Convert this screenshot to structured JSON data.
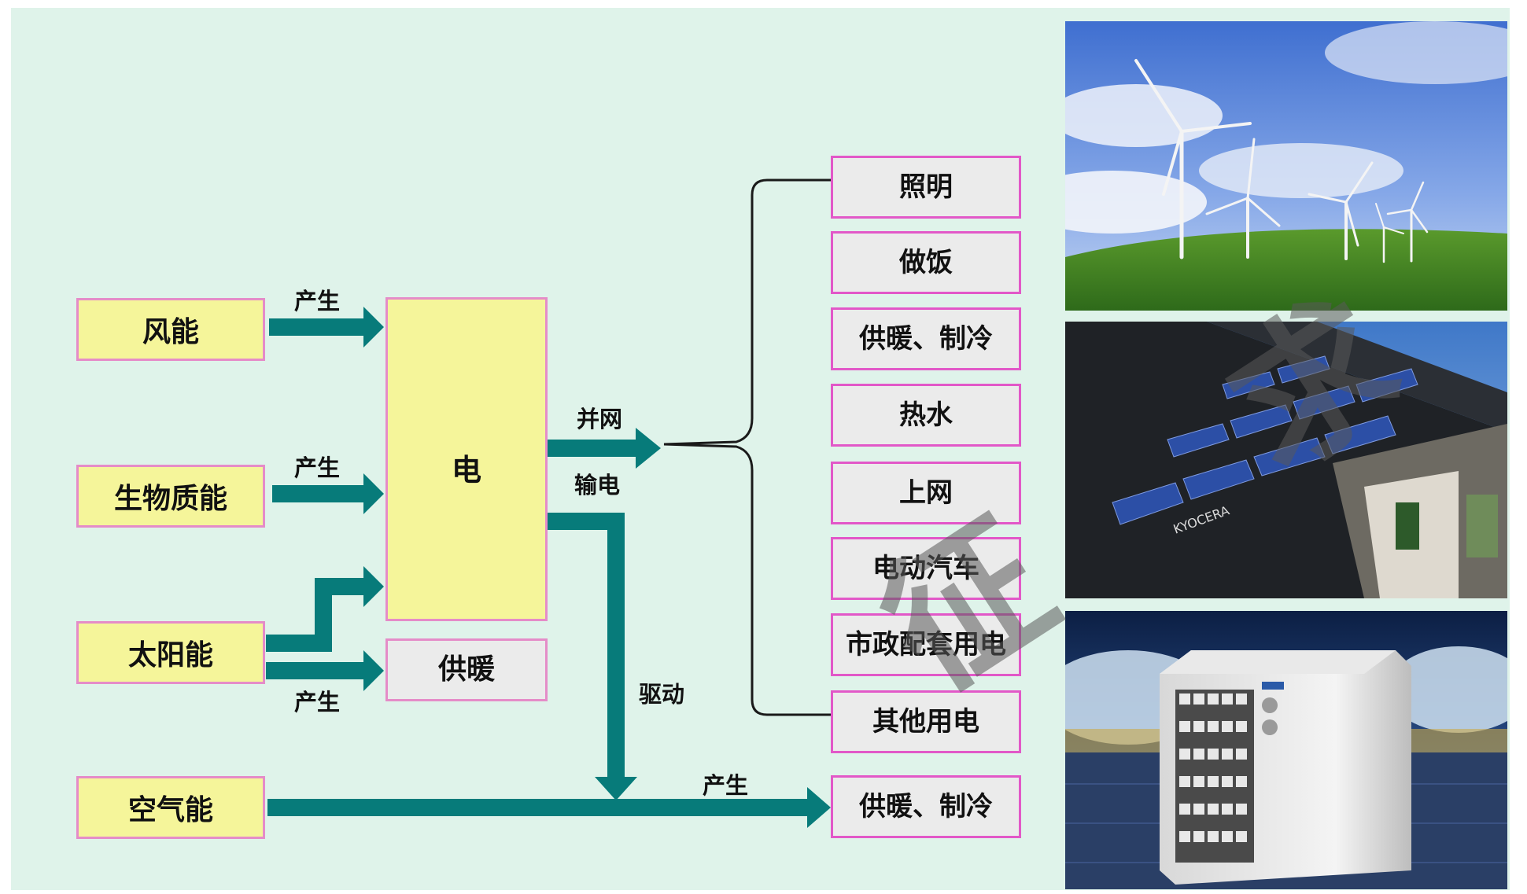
{
  "sources": {
    "wind": "风能",
    "biomass": "生物质能",
    "solar": "太阳能",
    "air": "空气能"
  },
  "hub": {
    "electricity": "电",
    "solar_heating": "供暖"
  },
  "labels": {
    "produce_1": "产生",
    "produce_2": "产生",
    "produce_3": "产生",
    "produce_4": "产生",
    "grid": "并网",
    "transmit": "输电",
    "drive": "驱动"
  },
  "uses": [
    "照明",
    "做饭",
    "供暖、制冷",
    "热水",
    "上网",
    "电动汽车",
    "市政配套用电",
    "其他用电"
  ],
  "air_output": "供暖、制冷",
  "photos": {
    "wind_turbines": "wind turbine field photo",
    "solar_roof": "solar panel roof photo",
    "solar_roof_brand": "KYOCERA",
    "heat_pump": "air source heat pump photo"
  },
  "watermark": "征求",
  "colors": {
    "background": "#dff3ea",
    "source_fill": "#f5f59a",
    "box_border": "#e58cc8",
    "use_fill": "#ebebeb",
    "arrow": "#077b7a"
  }
}
